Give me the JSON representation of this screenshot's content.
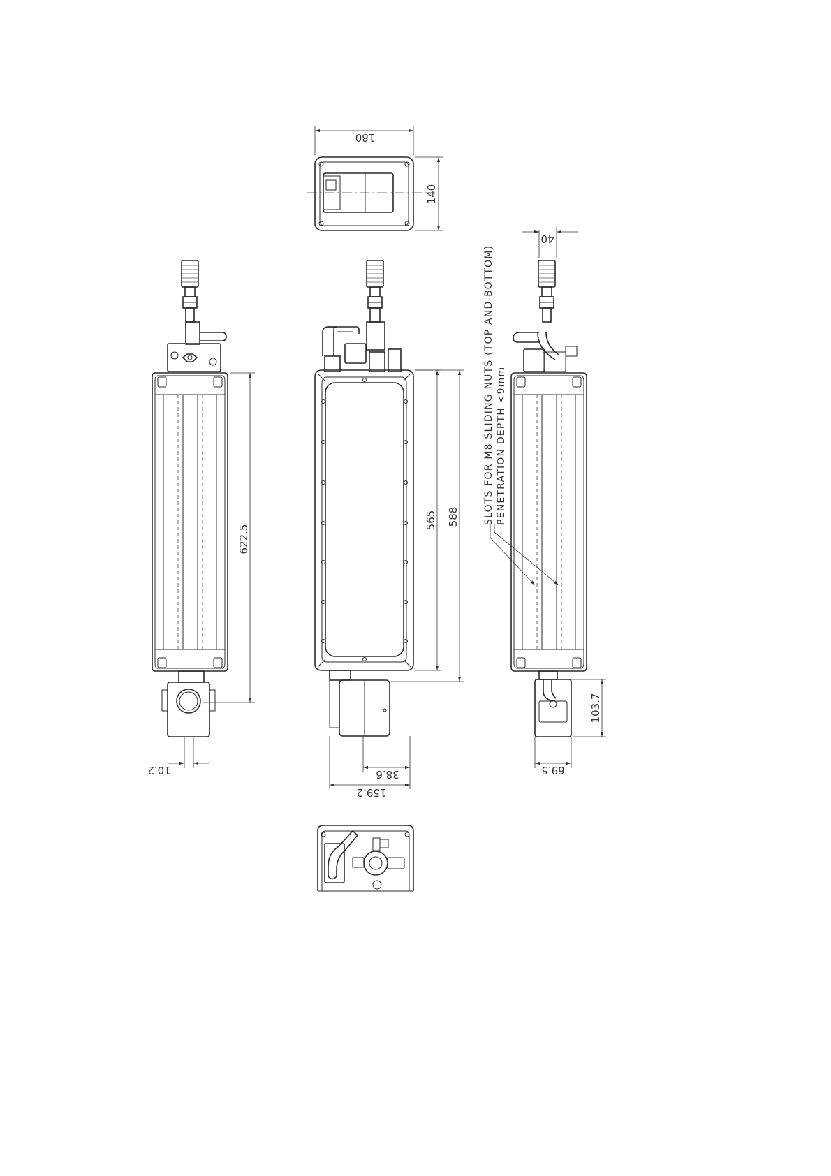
{
  "dimensions": {
    "width_180": "180",
    "height_140": "140",
    "right_40": "40",
    "height_622_5": "622.5",
    "height_565": "565",
    "height_588": "588",
    "offset_10_2": "10.2",
    "width_38_6": "38.6",
    "width_159_2": "159.2",
    "width_69_5": "69.5",
    "height_103_7": "103.7"
  },
  "note": {
    "line1": "SLOTS FOR M8 SLIDING NUTS (TOP AND BOTTOM)",
    "line2": "PENETRATION DEPTH <9mm"
  },
  "icons": [
    "hex-nut-icon",
    "valve-icon",
    "junction-box-icon",
    "silencer-icon"
  ]
}
